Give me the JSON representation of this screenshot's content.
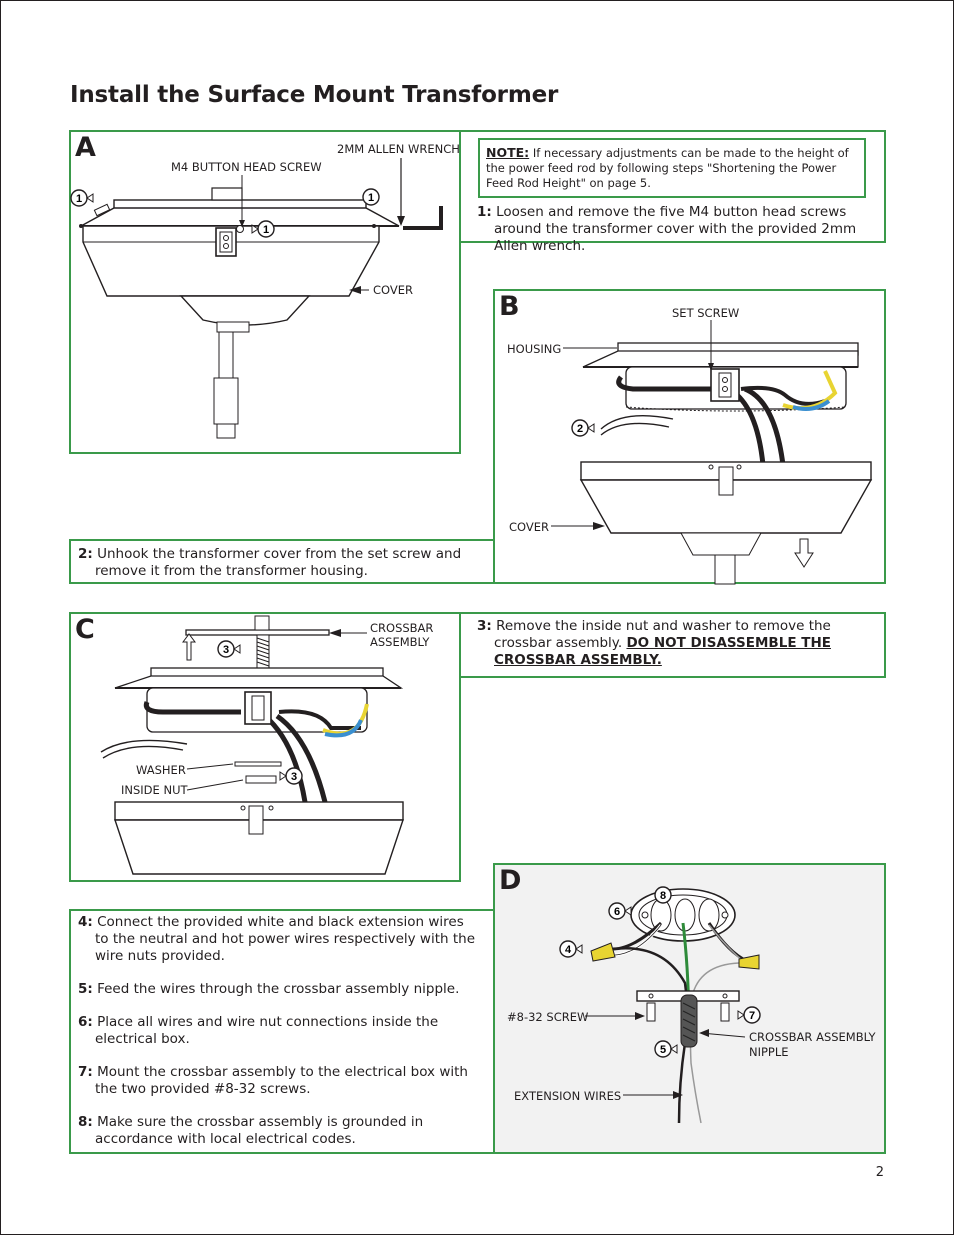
{
  "title": "Install the Surface Mount Transformer",
  "page_number": "2",
  "panel_a": {
    "letter": "A",
    "labels": {
      "allen_wrench": "2MM ALLEN WRENCH",
      "m4_screw": "M4 BUTTON HEAD SCREW",
      "cover": "COVER"
    },
    "callouts": [
      "1",
      "1",
      "1"
    ]
  },
  "note": {
    "heading": "NOTE:",
    "text": "If necessary adjustments can be made to the height of the power feed rod by following steps \"Shortening the Power Feed Rod Height\" on page 5."
  },
  "step1": {
    "num": "1:",
    "text": "Loosen and remove the five M4 button head screws around the transformer cover with the provided 2mm Allen wrench."
  },
  "panel_b": {
    "letter": "B",
    "labels": {
      "set_screw": "SET SCREW",
      "housing": "HOUSING",
      "cover": "COVER"
    },
    "callouts": [
      "2"
    ]
  },
  "step2": {
    "num": "2:",
    "text": "Unhook the transformer cover from the set screw and remove it from the transformer housing."
  },
  "panel_c": {
    "letter": "C",
    "labels": {
      "crossbar_line1": "CROSSBAR",
      "crossbar_line2": "ASSEMBLY",
      "washer": "WASHER",
      "inside_nut": "INSIDE NUT"
    },
    "callouts": [
      "3",
      "3"
    ]
  },
  "step3": {
    "num": "3:",
    "text": "Remove the inside nut and washer to remove the crossbar assembly.",
    "warning": "DO NOT DISASSEMBLE THE CROSSBAR ASSEMBLY."
  },
  "panel_d": {
    "letter": "D",
    "labels": {
      "screw": "#8-32 SCREW",
      "nipple_line1": "CROSSBAR ASSEMBLY",
      "nipple_line2": "NIPPLE",
      "ext_wires": "EXTENSION WIRES"
    },
    "callouts": [
      "8",
      "6",
      "4",
      "7",
      "5"
    ]
  },
  "steps_d": [
    {
      "num": "4:",
      "text": "Connect the provided white and black extension wires to the neutral and hot power wires respectively with the wire nuts provided."
    },
    {
      "num": "5:",
      "text": "Feed the wires through the crossbar assembly nipple."
    },
    {
      "num": "6:",
      "text": "Place all wires and wire nut connections inside the electrical box."
    },
    {
      "num": "7:",
      "text": "Mount the crossbar assembly to the electrical box with the two provided #8-32 screws."
    },
    {
      "num": "8:",
      "text": "Make sure the crossbar assembly is grounded in accordance with local electrical codes."
    }
  ],
  "colors": {
    "panel_border": "#3a9a4a",
    "panel_d_bg": "#f2f2f2",
    "wire_blue": "#3a8fd0",
    "wire_yellow": "#e8d432",
    "wire_green": "#2e8b3a"
  }
}
